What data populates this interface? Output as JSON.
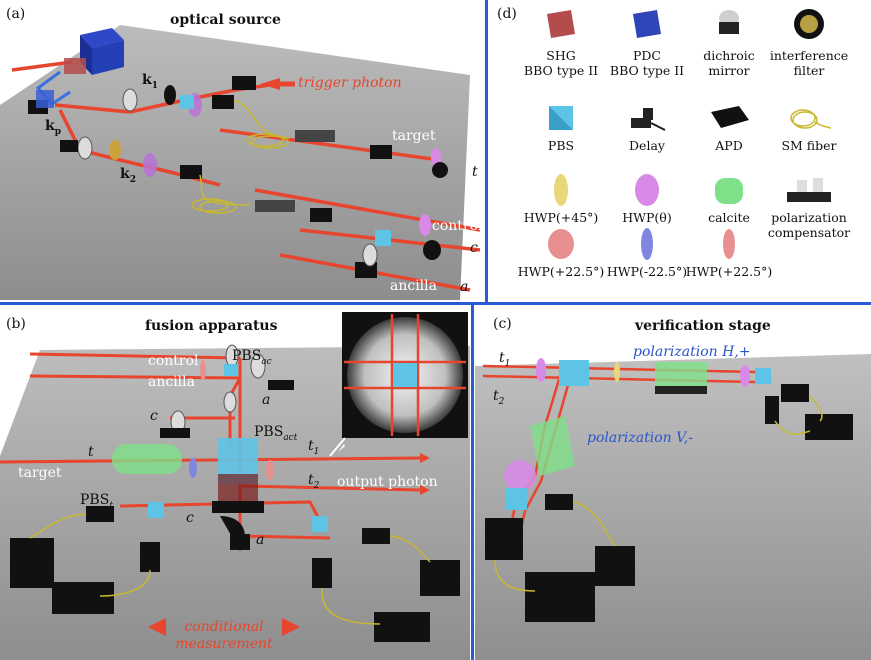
{
  "panel_a": {
    "label": "(a)",
    "title": "optical source",
    "trigger": "trigger photon",
    "kp": "k",
    "kp_sub": "p",
    "k1": "k",
    "k1_sub": "1",
    "k2": "k",
    "k2_sub": "2",
    "target": "target",
    "control": "control",
    "ancilla": "ancilla",
    "out_t": "t",
    "out_c": "c",
    "out_a": "a"
  },
  "panel_d": {
    "label": "(d)",
    "legend": [
      {
        "name": "SHG\nBBO type II",
        "icon": "shg-bbo-icon",
        "color": "#b44c4c"
      },
      {
        "name": "PDC\nBBO type II",
        "icon": "pdc-bbo-icon",
        "color": "#2e46b8"
      },
      {
        "name": "dichroic\nmirror",
        "icon": "dichroic-mirror-icon",
        "color": "#222222"
      },
      {
        "name": "interference\nfilter",
        "icon": "interference-filter-icon",
        "color": "#b8a040"
      },
      {
        "name": "PBS",
        "icon": "pbs-icon",
        "color": "#5ec4e6"
      },
      {
        "name": "Delay",
        "icon": "delay-stage-icon",
        "color": "#222222"
      },
      {
        "name": "APD",
        "icon": "apd-icon",
        "color": "#111111"
      },
      {
        "name": "SM fiber",
        "icon": "sm-fiber-icon",
        "color": "#c8b830"
      },
      {
        "name": "HWP(+45°)",
        "icon": "hwp-plus45-icon",
        "color": "#e8d87a"
      },
      {
        "name": "HWP(θ)",
        "icon": "hwp-theta-icon",
        "color": "#d98ae8"
      },
      {
        "name": "calcite",
        "icon": "calcite-icon",
        "color": "#7fe08a"
      },
      {
        "name": "polarization\ncompensator",
        "icon": "polarization-compensator-icon",
        "color": "#222222"
      },
      {
        "name": "HWP(+22.5°)",
        "icon": "hwp-plus22-icon",
        "color": "#e89090"
      },
      {
        "name": "HWP(-22.5°)",
        "icon": "hwp-minus22-icon",
        "color": "#7f86e0"
      },
      {
        "name": "HWP(+22.5°)",
        "icon": "hwp-plus22b-icon",
        "color": "#e89090"
      }
    ]
  },
  "panel_b": {
    "label": "(b)",
    "title": "fusion apparatus",
    "control": "control",
    "ancilla": "ancilla",
    "pbs_ac": "PBS",
    "pbs_ac_sub": "ac",
    "pbs_act": "PBS",
    "pbs_act_sub": "act",
    "pbs_t": "PBS",
    "pbs_t_sub": "t",
    "target": "target",
    "t": "t",
    "c_top": "c",
    "a_top": "a",
    "t1": "t",
    "t1_sub": "1",
    "t2": "t",
    "t2_sub": "2",
    "output": "output photon",
    "c_bottom": "c",
    "a_bottom": "a",
    "conditional": "conditional",
    "measurement": "measurement"
  },
  "panel_c": {
    "label": "(c)",
    "title": "verification stage",
    "t1": "t",
    "t1_sub": "1",
    "t2": "t",
    "t2_sub": "2",
    "pol_h": "polarization H,+",
    "pol_v": "polarization V,-"
  },
  "colors": {
    "beam": "#e8452e",
    "divider": "#2a5bd7",
    "accent_blue": "#2b56c9"
  }
}
